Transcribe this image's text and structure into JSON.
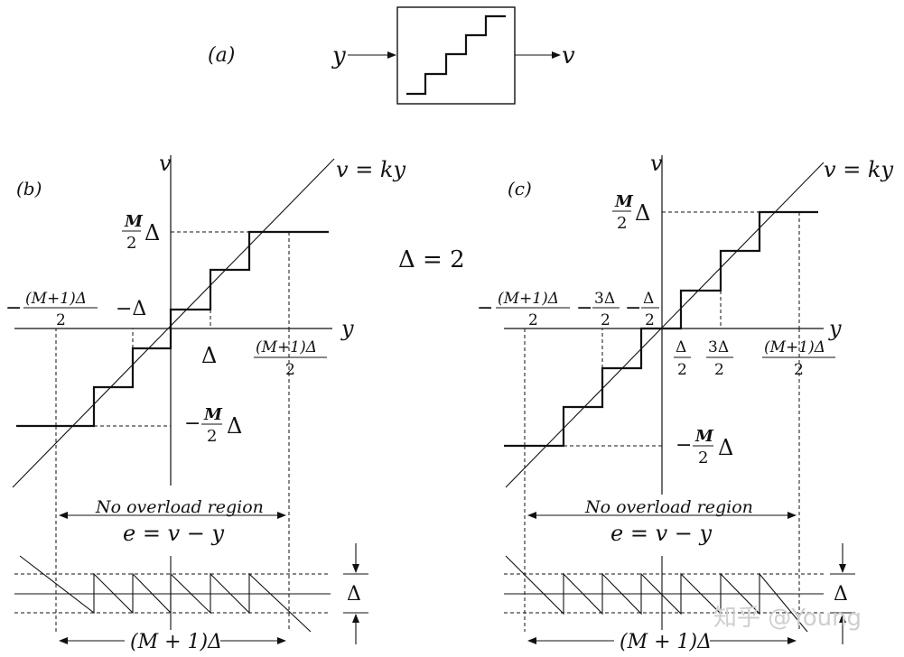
{
  "panel_a": {
    "label": "(a)",
    "input": "y",
    "output": "v"
  },
  "panel_b": {
    "label": "(b)",
    "v_axis": "v",
    "y_axis": "y",
    "line_label": "v = ky",
    "top_level": {
      "num": "M",
      "den": "2",
      "sym": "Δ"
    },
    "bottom_level": {
      "minus": "−",
      "num": "M",
      "den": "2",
      "sym": "Δ"
    },
    "left_end": {
      "minus": "−",
      "num": "(M+1)Δ",
      "den": "2"
    },
    "neg_delta": "−Δ",
    "delta": "Δ",
    "right_end": {
      "num": "(M+1)Δ",
      "den": "2"
    }
  },
  "panel_c": {
    "label": "(c)",
    "v_axis": "v",
    "y_axis": "y",
    "line_label": "v = ky",
    "top_level": {
      "num": "M",
      "den": "2",
      "sym": "Δ"
    },
    "bottom_level": {
      "minus": "−",
      "num": "M",
      "den": "2",
      "sym": "Δ"
    },
    "left_end": {
      "minus": "−",
      "num": "(M+1)Δ",
      "den": "2"
    },
    "neg_3half": {
      "minus": "−",
      "num": "3Δ",
      "den": "2"
    },
    "neg_half": {
      "minus": "−",
      "num": "Δ",
      "den": "2"
    },
    "half": {
      "num": "Δ",
      "den": "2"
    },
    "three_half": {
      "num": "3Δ",
      "den": "2"
    },
    "right_end": {
      "num": "(M+1)Δ",
      "den": "2"
    }
  },
  "delta_eq": "Δ = 2",
  "no_overload_label": "No overload region",
  "error_eq": "e = v − y",
  "error_band_label": "Δ",
  "width_label": "(M + 1)Δ",
  "watermark": "知乎 @Young"
}
